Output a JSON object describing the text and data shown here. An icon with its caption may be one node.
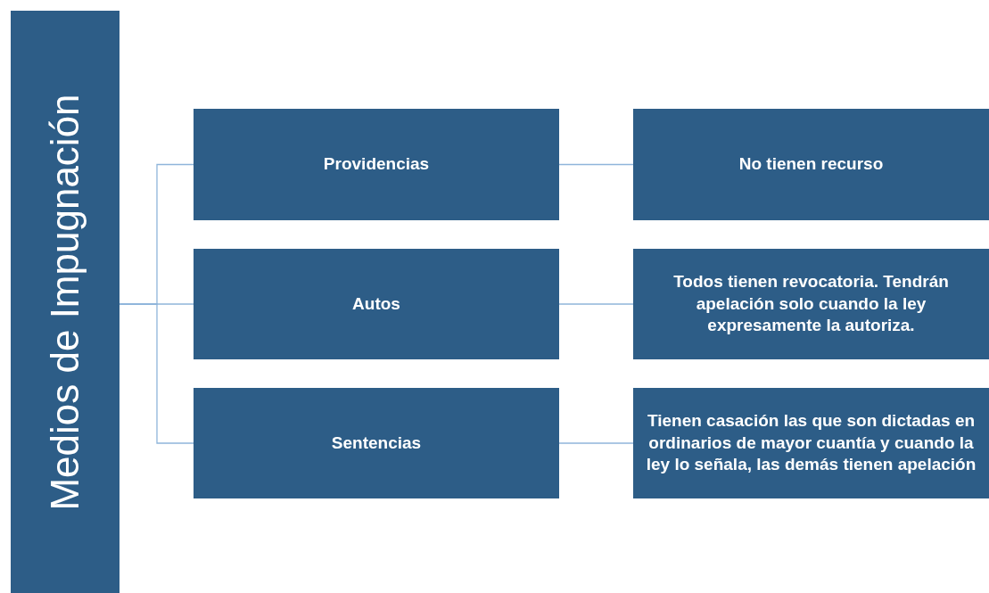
{
  "diagram": {
    "nodes": [
      {
        "text": [
          "Medios de Impugnación"
        ]
      },
      {
        "text": [
          "Providencias"
        ]
      },
      {
        "text": [
          "Autos"
        ]
      },
      {
        "text": [
          "Sentencias"
        ]
      },
      {
        "text": [
          "No tienen recurso"
        ]
      },
      {
        "text": [
          "Todos tienen revocatoria. Tendrán apelación solo cuando la ley expresamente la autoriza."
        ]
      },
      {
        "text": [
          "Tienen casación las que son dictadas en ordinarios de mayor cuantía y cuando la ley lo señala, las demás tienen apelación"
        ]
      }
    ],
    "edges": [
      {
        "from": 0,
        "to": 1,
        "arrow": "none"
      },
      {
        "from": 0,
        "to": 2,
        "arrow": "none"
      },
      {
        "from": 0,
        "to": 3,
        "arrow": "none"
      },
      {
        "from": 1,
        "to": 4,
        "arrow": "none"
      },
      {
        "from": 2,
        "to": 5,
        "arrow": "none"
      },
      {
        "from": 3,
        "to": 6,
        "arrow": "none"
      }
    ]
  }
}
